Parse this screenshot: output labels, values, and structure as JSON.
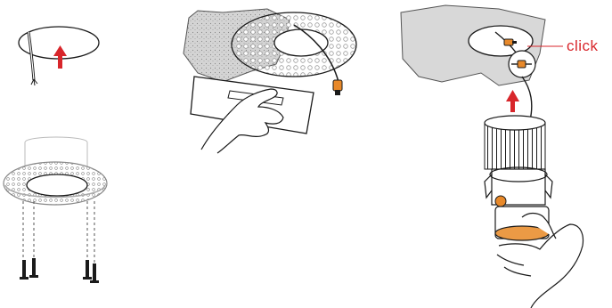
{
  "callout": {
    "text": "click"
  },
  "colors": {
    "line": "#1a1a1a",
    "arrow": "#d8262b",
    "callout": "#d8262b",
    "connector": "#e8892a",
    "lens": "#eb9a45",
    "plaster": "#d4d4d4",
    "dots": "#9a9a9a"
  },
  "steps": [
    {
      "name": "cut-ceiling-hole"
    },
    {
      "name": "apply-plaster-ring"
    },
    {
      "name": "connect-and-insert-module"
    },
    {
      "name": "mount-trim-ring-with-screws"
    }
  ]
}
